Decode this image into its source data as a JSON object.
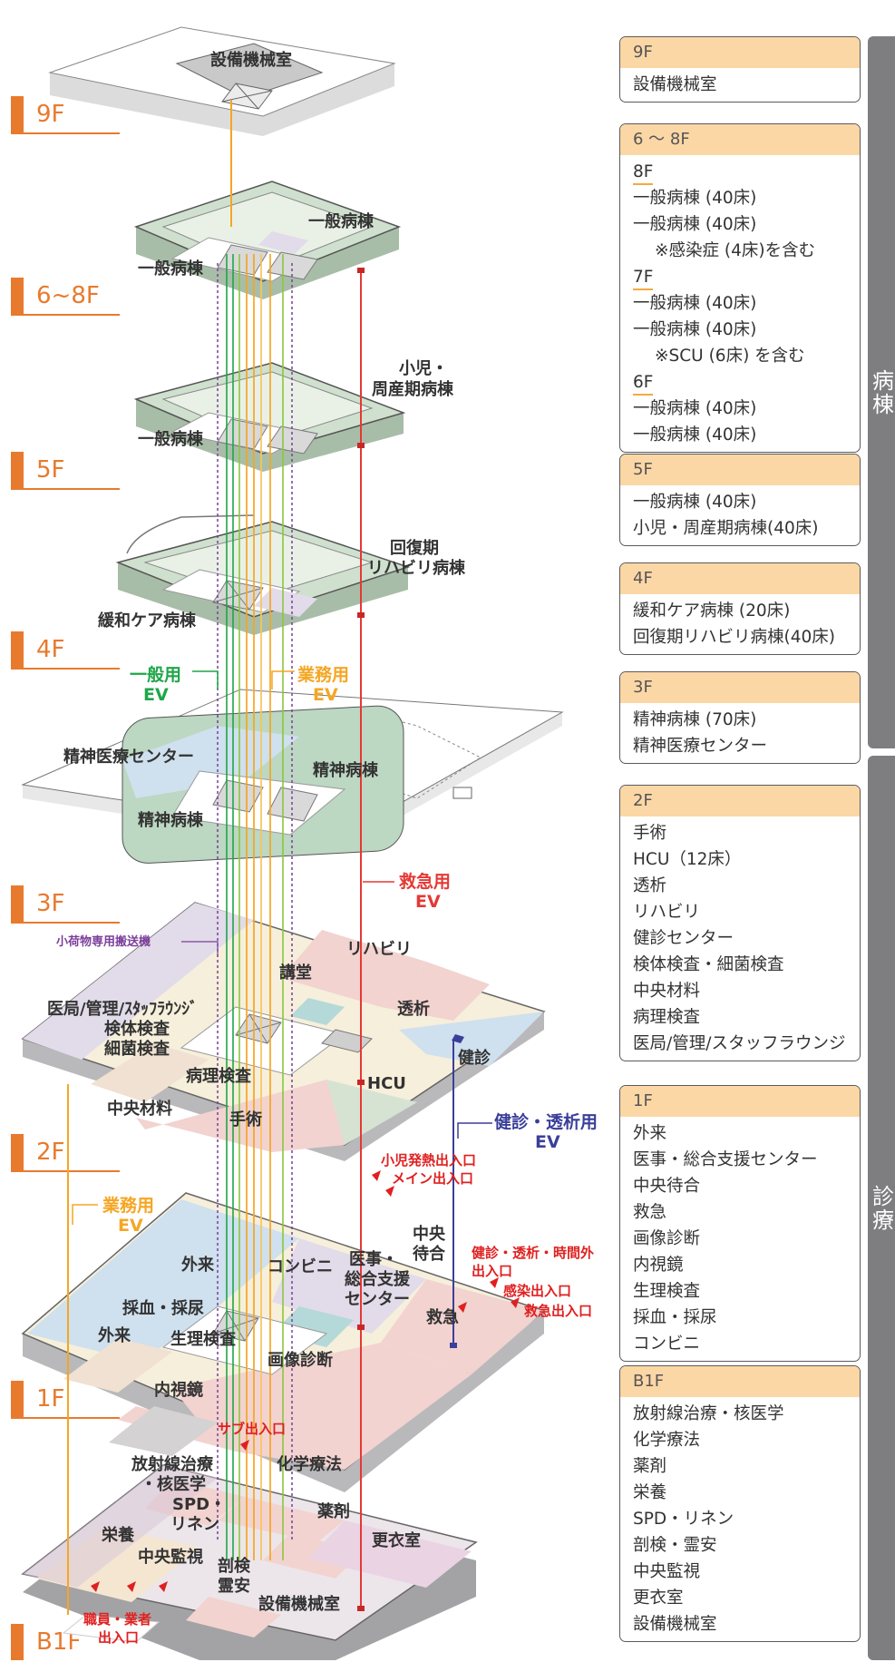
{
  "floor_tags": [
    "9F",
    "6~8F",
    "5F",
    "4F",
    "3F",
    "2F",
    "1F",
    "B1F"
  ],
  "diagram": {
    "f9": "設備機械室",
    "f68_a": "一般病棟",
    "f68_b": "一般病棟",
    "f5_a": "一般病棟",
    "f5_b": "小児・",
    "f5_c": "周産期病棟",
    "f4_a": "緩和ケア病棟",
    "f4_b": "回復期",
    "f4_c": "リハビリ病棟",
    "ev_general_1": "一般用",
    "ev_general_2": "EV",
    "ev_service_1": "業務用",
    "ev_service_2": "EV",
    "f3_a": "精神医療センター",
    "f3_b": "精神病棟",
    "f3_c": "精神病棟",
    "ev_emergency_1": "救急用",
    "ev_emergency_2": "EV",
    "small_lift": "小荷物専用搬送機",
    "f2_rehab": "リハビリ",
    "f2_hall": "講堂",
    "f2_office": "医局/管理/ｽﾀｯﾌﾗｳﾝｼﾞ",
    "f2_dialysis": "透析",
    "f2_lab1": "検体検査",
    "f2_lab2": "細菌検査",
    "f2_checkup": "健診",
    "f2_path": "病理検査",
    "f2_hcu": "HCU",
    "f2_supply": "中央材料",
    "f2_surgery": "手術",
    "ev_checkup_1": "健診・透析用",
    "ev_checkup_2": "EV",
    "ent_child": "小児発熱出入口",
    "ent_main": "メイン出入口",
    "ev_service_b_1": "業務用",
    "ev_service_b_2": "EV",
    "f1_wait1": "中央",
    "f1_wait2": "待合",
    "ent_afterhours1": "健診・透析・時間外",
    "ent_afterhours2": "出入口",
    "f1_outpatient1": "外来",
    "f1_conv": "コンビニ",
    "f1_med1": "医事・",
    "f1_med2": "総合支援",
    "f1_med3": "センター",
    "ent_infect": "感染出入口",
    "ent_emerg": "救急出入口",
    "f1_blood": "採血・採尿",
    "f1_er": "救急",
    "f1_outpatient2": "外来",
    "f1_physio": "生理検査",
    "f1_imaging": "画像診断",
    "f1_endo": "内視鏡",
    "ent_sub": "サブ出入口",
    "b1_radio1": "放射線治療",
    "b1_radio2": "・核医学",
    "b1_chemo": "化学療法",
    "b1_spd1": "SPD・",
    "b1_spd2": "リネン",
    "b1_pharm": "薬剤",
    "b1_nutri": "栄養",
    "b1_locker": "更衣室",
    "b1_monitor": "中央監視",
    "b1_autopsy1": "剖検",
    "b1_autopsy2": "霊安",
    "b1_staff1": "職員・業者",
    "b1_staff2": "出入口",
    "b1_machine": "設備機械室"
  },
  "cards": [
    {
      "header": "9F",
      "items": [
        {
          "t": "設備機械室"
        }
      ]
    },
    {
      "header": "6 ～ 8F",
      "items": [
        {
          "t": "8F",
          "k": "floor"
        },
        {
          "t": "一般病棟 (40床)"
        },
        {
          "t": "一般病棟 (40床)"
        },
        {
          "t": "※感染症 (4床)を含む",
          "k": "ind"
        },
        {
          "t": "7F",
          "k": "floor"
        },
        {
          "t": "一般病棟 (40床)"
        },
        {
          "t": "一般病棟 (40床)"
        },
        {
          "t": "※SCU (6床) を含む",
          "k": "ind"
        },
        {
          "t": "6F",
          "k": "floor"
        },
        {
          "t": "一般病棟 (40床)"
        },
        {
          "t": "一般病棟 (40床)"
        }
      ]
    },
    {
      "header": "5F",
      "items": [
        {
          "t": "一般病棟 (40床)"
        },
        {
          "t": "小児・周産期病棟(40床)"
        }
      ]
    },
    {
      "header": "4F",
      "items": [
        {
          "t": "緩和ケア病棟 (20床)"
        },
        {
          "t": "回復期リハビリ病棟(40床)"
        }
      ]
    },
    {
      "header": "3F",
      "items": [
        {
          "t": "精神病棟 (70床)"
        },
        {
          "t": "精神医療センター"
        }
      ]
    },
    {
      "header": "2F",
      "items": [
        {
          "t": "手術"
        },
        {
          "t": "HCU（12床）"
        },
        {
          "t": "透析"
        },
        {
          "t": "リハビリ"
        },
        {
          "t": "健診センター"
        },
        {
          "t": "検体検査・細菌検査"
        },
        {
          "t": "中央材料"
        },
        {
          "t": "病理検査"
        },
        {
          "t": "医局/管理/スタッフラウンジ"
        }
      ]
    },
    {
      "header": "1F",
      "items": [
        {
          "t": "外来"
        },
        {
          "t": "医事・総合支援センター"
        },
        {
          "t": "中央待合"
        },
        {
          "t": "救急"
        },
        {
          "t": "画像診断"
        },
        {
          "t": "内視鏡"
        },
        {
          "t": "生理検査"
        },
        {
          "t": "採血・採尿"
        },
        {
          "t": "コンビニ"
        }
      ]
    },
    {
      "header": "B1F",
      "items": [
        {
          "t": "放射線治療・核医学"
        },
        {
          "t": "化学療法"
        },
        {
          "t": "薬剤"
        },
        {
          "t": "栄養"
        },
        {
          "t": "SPD・リネン"
        },
        {
          "t": "剖検・霊安"
        },
        {
          "t": "中央監視"
        },
        {
          "t": "更衣室"
        },
        {
          "t": "設備機械室"
        }
      ]
    }
  ],
  "side_tabs": [
    "病棟",
    "診療"
  ],
  "colors": {
    "accent": "#e87a2e",
    "general_ev": "#1fa648",
    "service_ev": "#f5a623",
    "emergency_ev": "#e53935",
    "checkup_ev": "#3b3f9a",
    "card_header": "#fcd7a6",
    "side_tab": "#7e7e80"
  }
}
